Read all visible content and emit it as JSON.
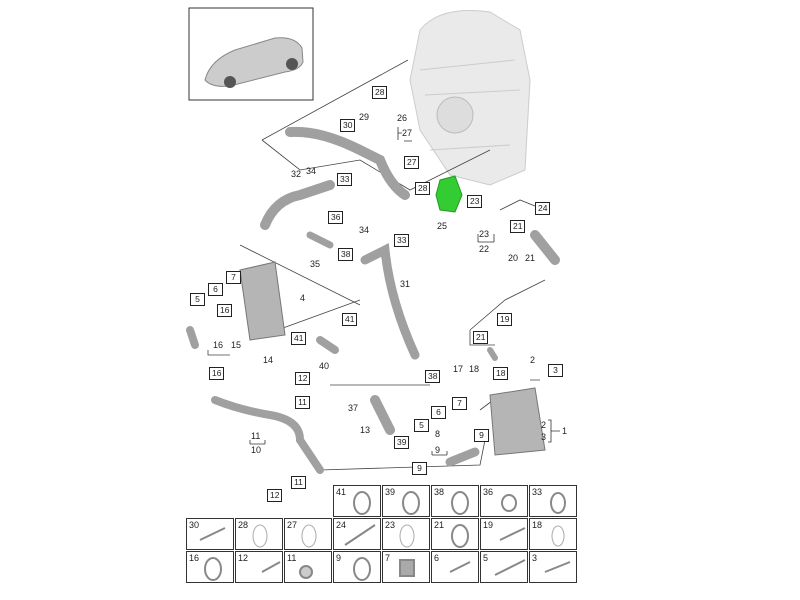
{
  "callouts": {
    "c28a": "28",
    "c30": "30",
    "c29": "29",
    "c26": "26",
    "c27a": "27",
    "c27b": "27",
    "c28b": "28",
    "c34a": "34",
    "c33a": "33",
    "c32": "32",
    "c36": "36",
    "c38a": "38",
    "c35": "35",
    "c34b": "34",
    "c33b": "33",
    "c25": "25",
    "c23a": "23",
    "c24": "24",
    "c21a": "21",
    "c23b": "23",
    "c22": "22",
    "c20": "20",
    "c21b": "21",
    "c7a": "7",
    "c6a": "6",
    "c5a": "5",
    "c16a": "16",
    "c4": "4",
    "c31": "31",
    "c41a": "41",
    "c41b": "41",
    "c16b": "16",
    "c15": "15",
    "c40": "40",
    "c14": "14",
    "c16c": "16",
    "c12a": "12",
    "c11a": "11",
    "c11b": "11",
    "c10": "10",
    "c13": "13",
    "c38b": "38",
    "c37": "37",
    "c39": "39",
    "c6b": "6",
    "c5b": "5",
    "c7b": "7",
    "c8": "8",
    "c9a": "9",
    "c9b": "9",
    "c9c": "9",
    "c11c": "11",
    "c12b": "12",
    "c21c": "21",
    "c19": "19",
    "c17": "17",
    "c18a": "18",
    "c18b": "18",
    "c2a": "2",
    "c3a": "3",
    "c2b": "2",
    "c3b": "3",
    "c1": "1"
  },
  "parts_grid": {
    "row1": [
      "41",
      "39",
      "38",
      "36",
      "33"
    ],
    "row2": [
      "30",
      "28",
      "27",
      "24",
      "23",
      "21",
      "19",
      "18"
    ],
    "row3": [
      "16",
      "12",
      "11",
      "9",
      "7",
      "6",
      "5",
      "3"
    ]
  },
  "colors": {
    "highlight": "#33cc33",
    "part": "#9a9a9a",
    "engine": "#e4e4e4"
  }
}
